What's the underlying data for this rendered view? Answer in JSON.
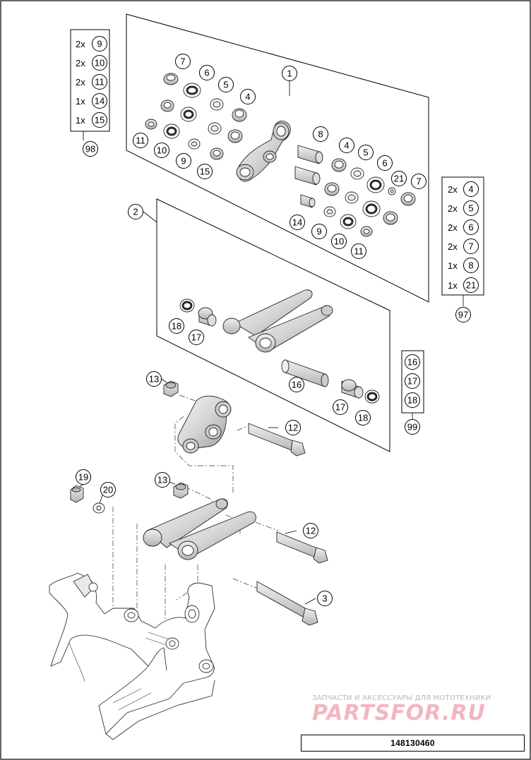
{
  "drawing_number": "148130460",
  "watermark": {
    "caption": "ЗАПЧАСТИ И АКСЕССУАРЫ ДЛЯ МОТОТЕХНИКИ",
    "logo": "PARTSFOR.RU",
    "caption_color": "#b9b9b9",
    "logo_color": "#f2b6c0"
  },
  "callouts": {
    "kit1": {
      "ref": "1",
      "parts": [
        "7",
        "6",
        "5",
        "4",
        "11",
        "10",
        "9",
        "15",
        "8",
        "4",
        "5",
        "6",
        "21",
        "7",
        "14",
        "9",
        "10",
        "11"
      ]
    },
    "kit2": {
      "ref": "2",
      "parts": [
        "18",
        "17",
        "16",
        "17",
        "18"
      ]
    },
    "assembly": [
      "13",
      "12",
      "19",
      "20",
      "13",
      "12",
      "3"
    ]
  },
  "kits": {
    "k98": {
      "ref": "98",
      "rows": [
        {
          "qty": "2x",
          "part": "9"
        },
        {
          "qty": "2x",
          "part": "10"
        },
        {
          "qty": "2x",
          "part": "11"
        },
        {
          "qty": "1x",
          "part": "14"
        },
        {
          "qty": "1x",
          "part": "15"
        }
      ]
    },
    "k97": {
      "ref": "97",
      "rows": [
        {
          "qty": "2x",
          "part": "4"
        },
        {
          "qty": "2x",
          "part": "5"
        },
        {
          "qty": "2x",
          "part": "6"
        },
        {
          "qty": "2x",
          "part": "7"
        },
        {
          "qty": "1x",
          "part": "8"
        },
        {
          "qty": "1x",
          "part": "21"
        }
      ]
    },
    "k99": {
      "ref": "99",
      "rows": [
        {
          "part": "16"
        },
        {
          "part": "17"
        },
        {
          "part": "18"
        }
      ]
    }
  }
}
